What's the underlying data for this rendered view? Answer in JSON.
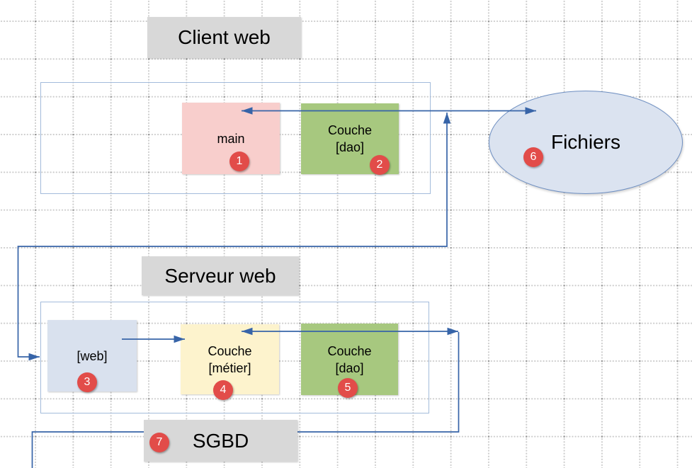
{
  "colors": {
    "connector": "#3764a8",
    "container_border": "#a3bbdb",
    "section_label_bg": "#d8d8d8",
    "badge_bg": "#e24c49",
    "badge_text": "#ffffff",
    "node_main_bg": "#f8cecc",
    "node_dao_bg": "#a7c87f",
    "node_web_bg": "#d9e1ee",
    "node_metier_bg": "#fdf3cd",
    "ellipse_bg": "#dbe3f0",
    "ellipse_border": "#6e8fc2",
    "text_color": "#000000"
  },
  "sections": {
    "client": {
      "title": "Client web"
    },
    "serveur": {
      "title": "Serveur web"
    },
    "sgbd": {
      "title": "SGBD",
      "badge": "7"
    }
  },
  "nodes": {
    "main": {
      "label": "main",
      "badge": "1"
    },
    "client_dao": {
      "line1": "Couche",
      "line2": "[dao]",
      "badge": "2"
    },
    "web": {
      "label": "[web]",
      "badge": "3"
    },
    "metier": {
      "line1": "Couche",
      "line2": "[métier]",
      "badge": "4"
    },
    "serveur_dao": {
      "line1": "Couche",
      "line2": "[dao]",
      "badge": "5"
    },
    "fichiers": {
      "label": "Fichiers",
      "badge": "6"
    }
  }
}
